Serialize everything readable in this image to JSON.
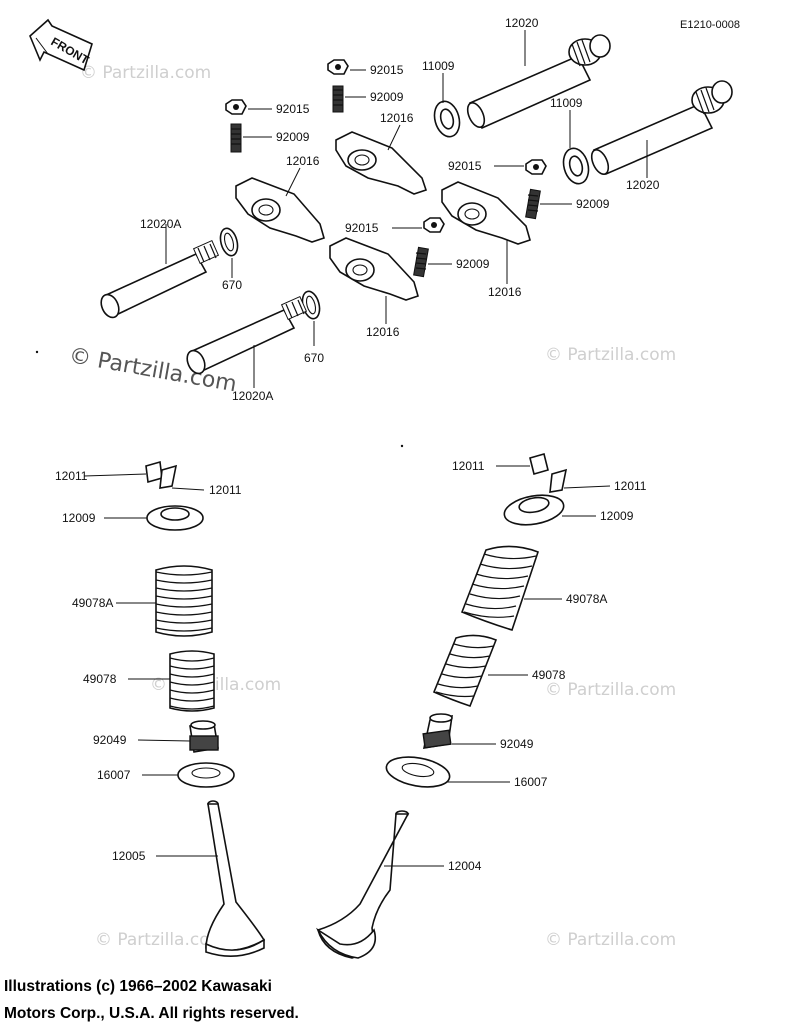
{
  "figure": {
    "reference_code": "E1210-0008",
    "front_label": "FRONT"
  },
  "watermarks": {
    "brand": "© Partzilla.com",
    "brand_small": "© Partzilla.com"
  },
  "callouts": {
    "p12020_top": "12020",
    "p11009_top": "11009",
    "p92015_a": "92015",
    "p92009_a": "92009",
    "p92015_b": "92015",
    "p92009_b": "92009",
    "p12016_a": "12016",
    "p12016_b": "12016",
    "p11009_b": "11009",
    "p12020_b": "12020",
    "p92015_c": "92015",
    "p92009_c": "92009",
    "p12020A_a": "12020A",
    "p670_a": "670",
    "p92015_d": "92015",
    "p92009_d": "92009",
    "p12016_c": "12016",
    "p12016_d": "12016",
    "p670_b": "670",
    "p12020A_b": "12020A",
    "l_12011_a": "12011",
    "l_12011_b": "12011",
    "l_12009": "12009",
    "l_49078A": "49078A",
    "l_49078": "49078",
    "l_92049": "92049",
    "l_16007": "16007",
    "l_12005": "12005",
    "r_12011_a": "12011",
    "r_12011_b": "12011",
    "r_12009": "12009",
    "r_49078A": "49078A",
    "r_49078": "49078",
    "r_92049": "92049",
    "r_16007": "16007",
    "r_12004": "12004"
  },
  "copyright": {
    "line1": "Illustrations (c) 1966–2002 Kawasaki",
    "line2": "Motors Corp., U.S.A.  All rights reserved."
  }
}
